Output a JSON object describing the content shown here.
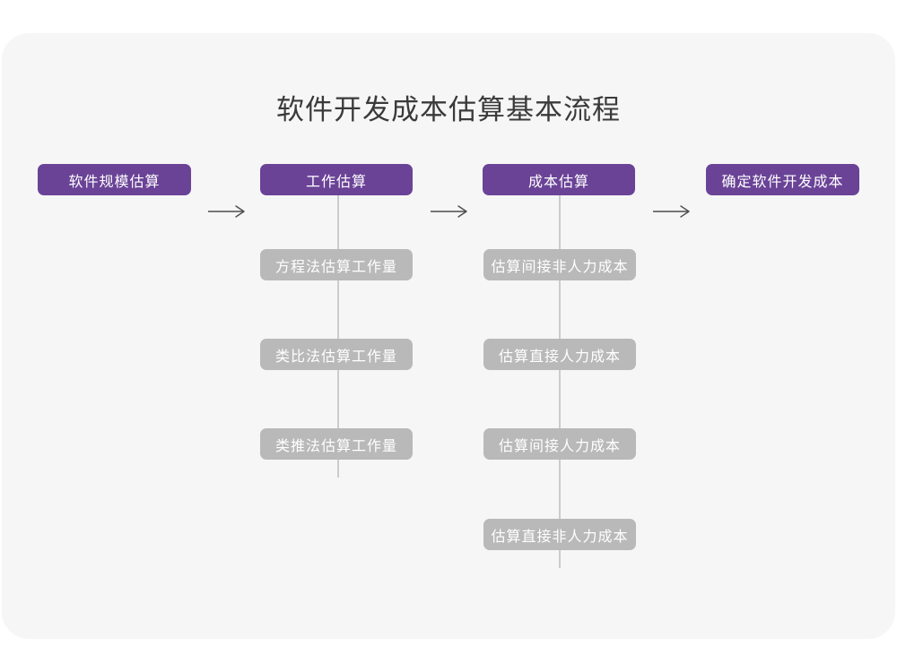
{
  "title": "软件开发成本估算基本流程",
  "colors": {
    "page_background": "#ffffff",
    "card_background": "#f6f6f6",
    "primary_box": "#6a4397",
    "secondary_box": "#b9b9b9",
    "box_text": "#ffffff",
    "title_text": "#3a3a3a",
    "arrow": "#4d4d4d",
    "connector_line": "#cccccc"
  },
  "flow": {
    "main_steps": [
      {
        "label": "软件规模估算"
      },
      {
        "label": "工作估算"
      },
      {
        "label": "成本估算"
      },
      {
        "label": "确定软件开发成本"
      }
    ],
    "work_estimation_methods": [
      "方程法估算工作量",
      "类比法估算工作量",
      "类推法估算工作量"
    ],
    "cost_estimation_methods": [
      "估算间接非人力成本",
      "估算直接人力成本",
      "估算间接人力成本",
      "估算直接非人力成本"
    ]
  }
}
